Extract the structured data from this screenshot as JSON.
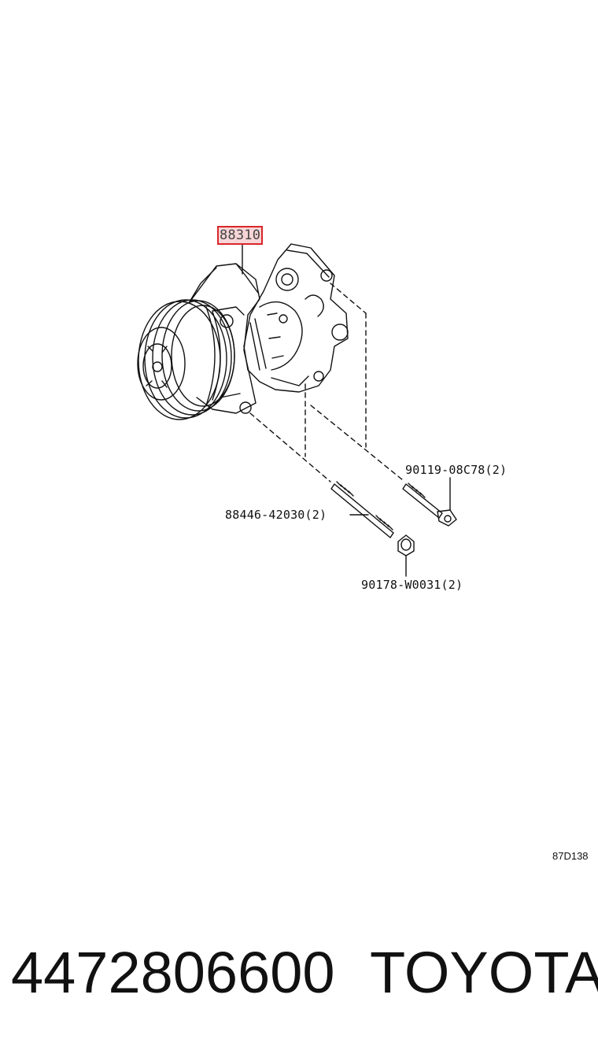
{
  "diagram": {
    "main_part": "88310",
    "callouts": [
      {
        "id": "bolt-long",
        "text": "88446-42030(2)"
      },
      {
        "id": "bolt-short",
        "text": "90119-08C78(2)"
      },
      {
        "id": "nut",
        "text": "90178-W0031(2)"
      }
    ],
    "reference": "87D138",
    "highlight_color": "#d9262b"
  },
  "footer": {
    "part_number": "4472806600",
    "brand": "TOYOTA"
  }
}
